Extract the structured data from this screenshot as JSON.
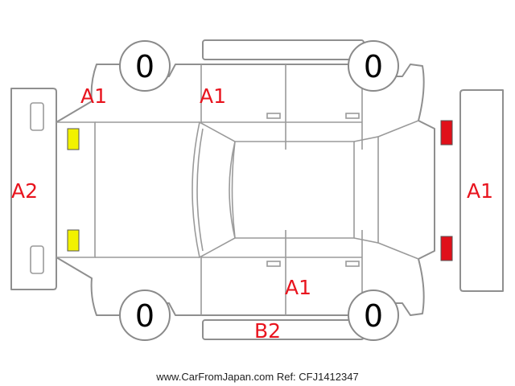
{
  "diagram": {
    "tires": {
      "front_left": "0",
      "rear_left": "0",
      "front_right": "0",
      "rear_right": "0"
    },
    "damage_labels": {
      "left_fender": "A1",
      "left_front_door": "A1",
      "front_bumper": "A2",
      "rear_bumper": "A1",
      "right_door": "A1",
      "right_rocker": "B2"
    },
    "lamps": {
      "front_color": "#f2f200",
      "rear_color": "#e0101a"
    },
    "footer": "www.CarFromJapan.com Ref: CFJ1412347"
  }
}
